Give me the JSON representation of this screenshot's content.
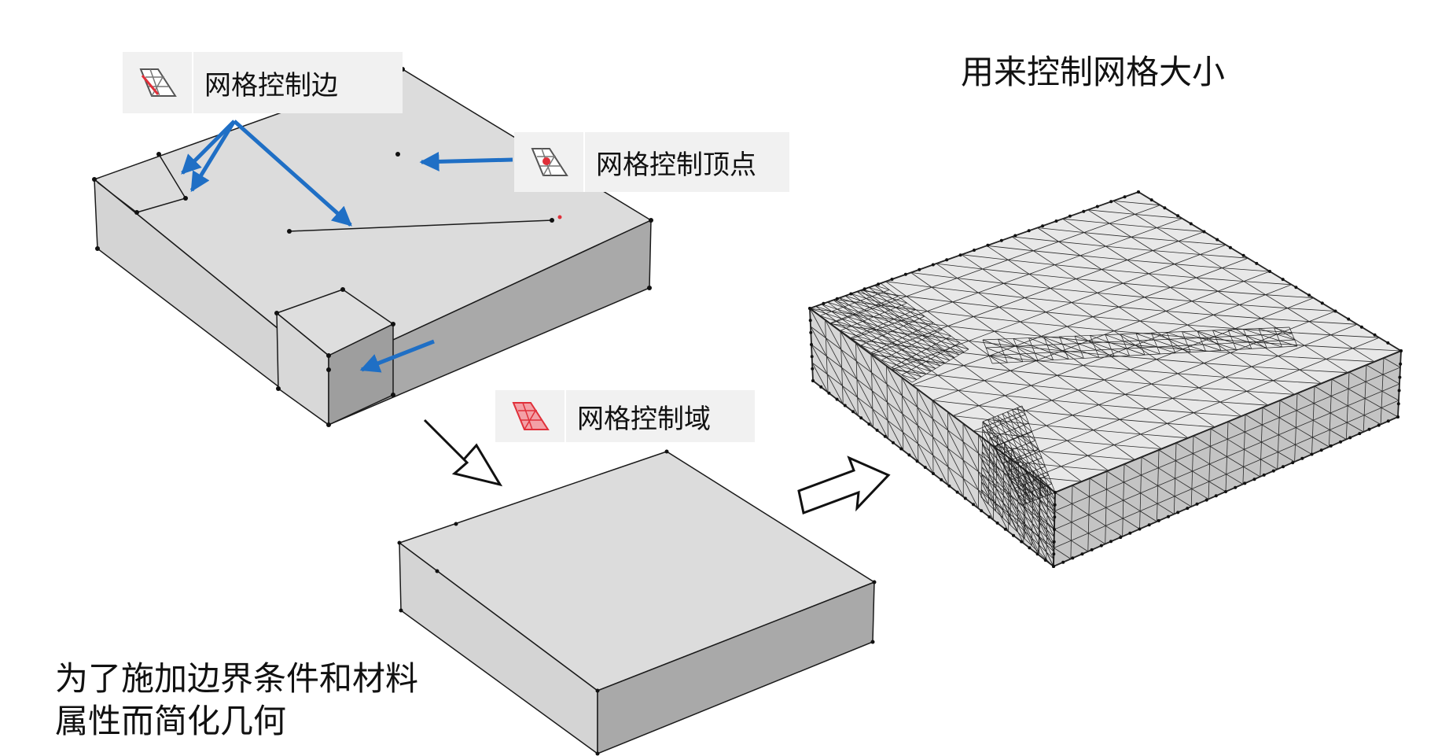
{
  "callouts": {
    "edge": "网格控制边",
    "vertex": "网格控制顶点",
    "domain": "网格控制域"
  },
  "heading": "用来控制网格大小",
  "note": {
    "line1": "为了施加边界条件和材料",
    "line2": "属性而简化几何"
  },
  "icons": {
    "edge": "mesh-control-edge-icon",
    "vertex": "mesh-control-vertex-icon",
    "domain": "mesh-control-domain-icon"
  },
  "colors": {
    "arrow": "#1f6fc5",
    "highlight": "#e0303a",
    "face_top": "#dcdcdc",
    "face_side_light": "#d2d2d2",
    "face_side_dark": "#a8a8a8"
  }
}
